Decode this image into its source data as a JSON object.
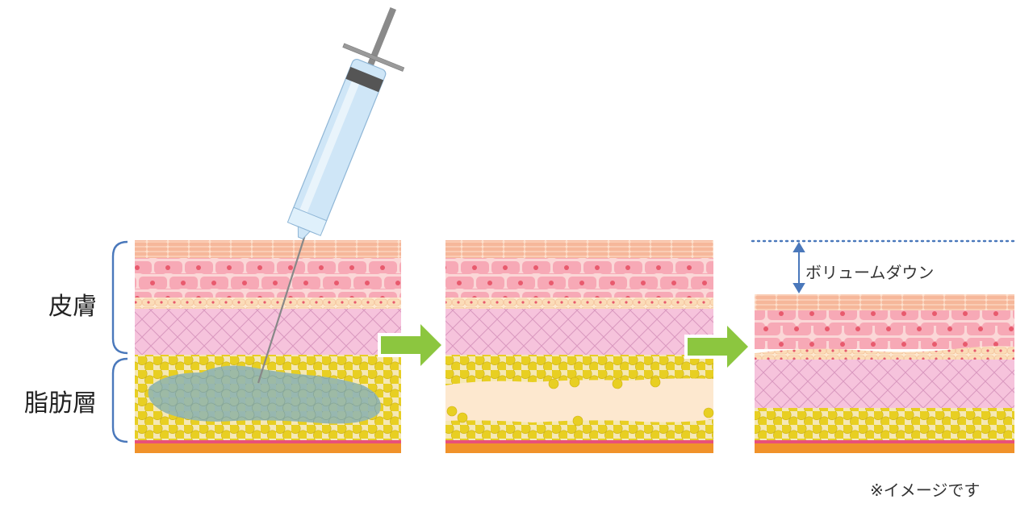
{
  "labels": {
    "skin": "皮膚",
    "fat_layer": "脂肪層",
    "volume_down": "ボリュームダウン",
    "note": "※イメージです"
  },
  "colors": {
    "epidermis_top": "#f6b79a",
    "cell_pink": "#f7a9b6",
    "cell_nucleus": "#e85a6d",
    "basal_band": "#fbe3c9",
    "dermis": "#f6c3dc",
    "dermis_grid": "#d998bf",
    "fat_bg": "#f5e8b5",
    "fat_cell": "#e8cf22",
    "fat_cell_edge": "#cdb213",
    "injected": "#8fb3b0",
    "dissolved": "#fde8cf",
    "muscle_line": "#e8507a",
    "muscle": "#f0922a",
    "arrow": "#8cc63f",
    "bracket": "#4a78bb",
    "dotted_line": "#4a78bb",
    "syringe": "#cfe6f7"
  },
  "icons": {
    "syringe": "syringe-icon",
    "arrow": "right-arrow-icon",
    "volume_arrow": "double-arrow-icon"
  }
}
